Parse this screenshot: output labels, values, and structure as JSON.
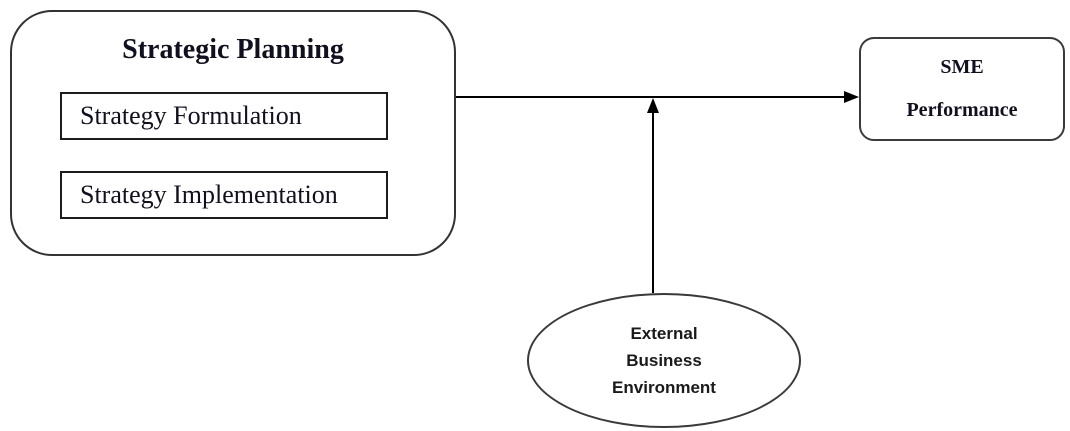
{
  "diagram": {
    "strategic_planning": {
      "title": "Strategic Planning",
      "items": [
        "Strategy Formulation",
        "Strategy Implementation"
      ]
    },
    "sme_performance": {
      "line1": "SME",
      "line2": "Performance"
    },
    "external_environment": {
      "lines": [
        "External",
        "Business",
        "Environment"
      ]
    },
    "colors": {
      "stroke": "#333333",
      "arrow": "#000000",
      "serif_text": "#10101e",
      "sans_text": "#1a1a1a",
      "background": "#ffffff"
    }
  }
}
